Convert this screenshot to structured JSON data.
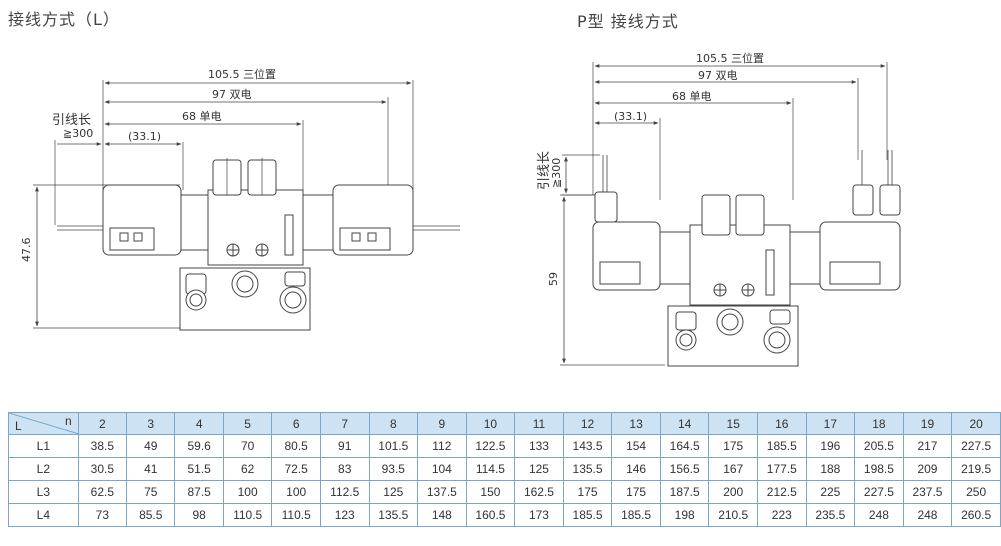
{
  "titles": {
    "left": "接线方式（L）",
    "right": "P型 接线方式"
  },
  "left_drawing": {
    "dim_three_position": "105.5 三位置",
    "dim_double": "97 双电",
    "dim_single": "68 单电",
    "dim_small": "(33.1)",
    "lead_label": "引线长",
    "lead_value": "≧300",
    "height": "47.6"
  },
  "right_drawing": {
    "dim_three_position": "105.5 三位置",
    "dim_double": "97 双电",
    "dim_single": "68 单电",
    "dim_small": "(33.1)",
    "lead_label": "引线长",
    "lead_value": "≧300",
    "height": "59"
  },
  "table": {
    "corner_n": "n",
    "corner_L": "L",
    "columns": [
      "2",
      "3",
      "4",
      "5",
      "6",
      "7",
      "8",
      "9",
      "10",
      "11",
      "12",
      "13",
      "14",
      "15",
      "16",
      "17",
      "18",
      "19",
      "20"
    ],
    "rows": [
      {
        "label": "L1",
        "values": [
          "38.5",
          "49",
          "59.6",
          "70",
          "80.5",
          "91",
          "101.5",
          "112",
          "122.5",
          "133",
          "143.5",
          "154",
          "164.5",
          "175",
          "185.5",
          "196",
          "205.5",
          "217",
          "227.5"
        ]
      },
      {
        "label": "L2",
        "values": [
          "30.5",
          "41",
          "51.5",
          "62",
          "72.5",
          "83",
          "93.5",
          "104",
          "114.5",
          "125",
          "135.5",
          "146",
          "156.5",
          "167",
          "177.5",
          "188",
          "198.5",
          "209",
          "219.5"
        ]
      },
      {
        "label": "L3",
        "values": [
          "62.5",
          "75",
          "87.5",
          "100",
          "100",
          "112.5",
          "125",
          "137.5",
          "150",
          "162.5",
          "175",
          "175",
          "187.5",
          "200",
          "212.5",
          "225",
          "227.5",
          "237.5",
          "250"
        ]
      },
      {
        "label": "L4",
        "values": [
          "73",
          "85.5",
          "98",
          "110.5",
          "110.5",
          "123",
          "135.5",
          "148",
          "160.5",
          "173",
          "185.5",
          "185.5",
          "198",
          "210.5",
          "223",
          "235.5",
          "248",
          "248",
          "260.5"
        ]
      }
    ]
  }
}
